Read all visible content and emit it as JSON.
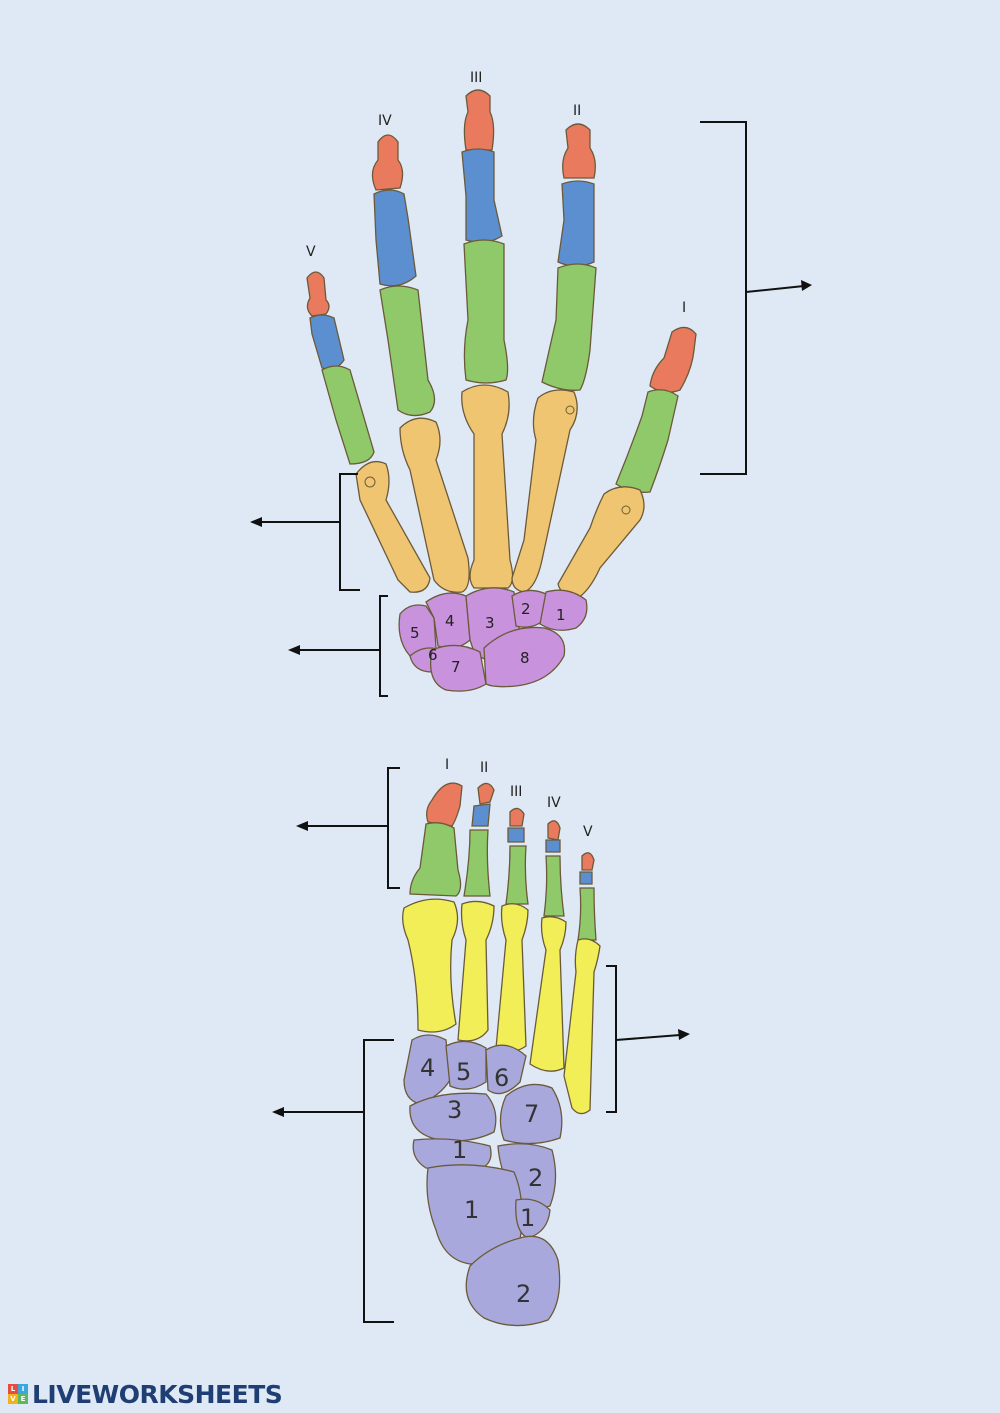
{
  "hand": {
    "finger_labels": [
      "V",
      "IV",
      "III",
      "II",
      "I"
    ],
    "carpal_numbers": [
      "1",
      "2",
      "3",
      "4",
      "5",
      "6",
      "7",
      "8"
    ]
  },
  "foot": {
    "toe_labels": [
      "I",
      "II",
      "III",
      "IV",
      "V"
    ],
    "tarsal_numbers": [
      "1",
      "1",
      "1",
      "2",
      "2",
      "3",
      "4",
      "5",
      "6",
      "7"
    ]
  },
  "colors": {
    "background": "#dfe9f5",
    "distal_phalanx": "#ea7a5e",
    "middle_phalanx": "#5b8fd0",
    "proximal_phalanx": "#8fc96a",
    "hand_metacarpal": "#f0c572",
    "foot_metatarsal": "#f1ee57",
    "carpal": "#c892dc",
    "tarsal": "#a8a8dc"
  },
  "footer": {
    "brand": "LIVEWORKSHEETS",
    "logo_letters": [
      "L",
      "I",
      "V",
      "E"
    ]
  }
}
